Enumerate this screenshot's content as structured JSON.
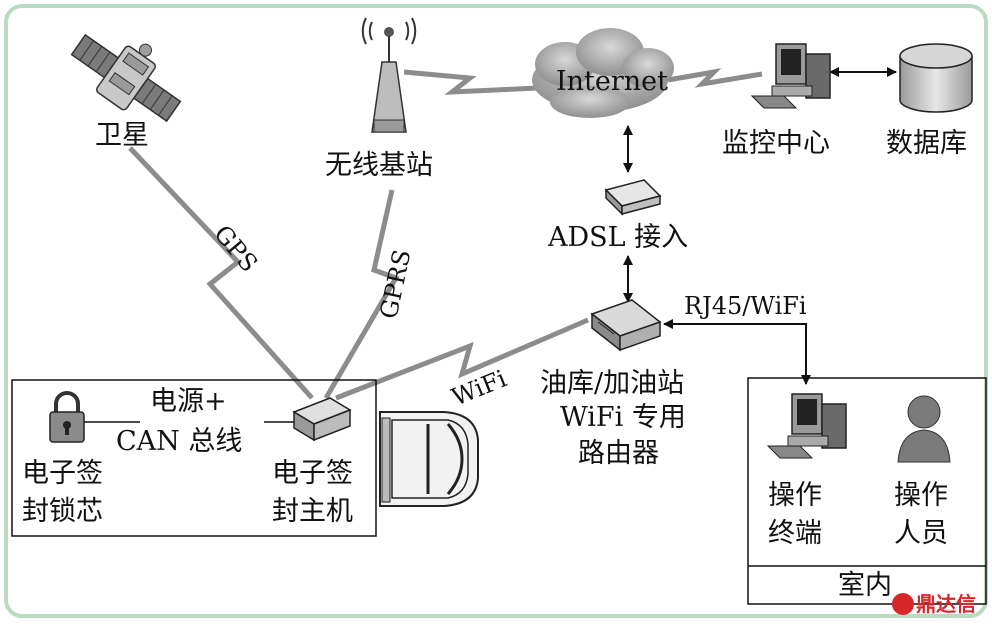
{
  "nodes": {
    "satellite": "卫星",
    "base_station": "无线基站",
    "internet": "Internet",
    "monitor_center": "监控中心",
    "database": "数据库",
    "adsl": "ADSL 接入",
    "router_line1": "油库/加油站",
    "router_line2": "WiFi 专用",
    "router_line3": "路由器",
    "power_can_line1": "电源+",
    "power_can_line2": "CAN 总线",
    "seal_lock_line1": "电子签",
    "seal_lock_line2": "封锁芯",
    "seal_host_line1": "电子签",
    "seal_host_line2": "封主机",
    "terminal_line1": "操作",
    "terminal_line2": "终端",
    "operator_line1": "操作",
    "operator_line2": "人员",
    "indoor": "室内"
  },
  "links": {
    "gps": "GPS",
    "gprs": "GPRS",
    "wifi": "WiFi",
    "rj45": "RJ45/WiFi"
  },
  "watermark": "鼎达信",
  "colors": {
    "frame_green": "#b9dcc0",
    "cloud": "#9a9a9a",
    "link_gray": "#8c8c8c",
    "watermark_red": "#d8262b"
  }
}
